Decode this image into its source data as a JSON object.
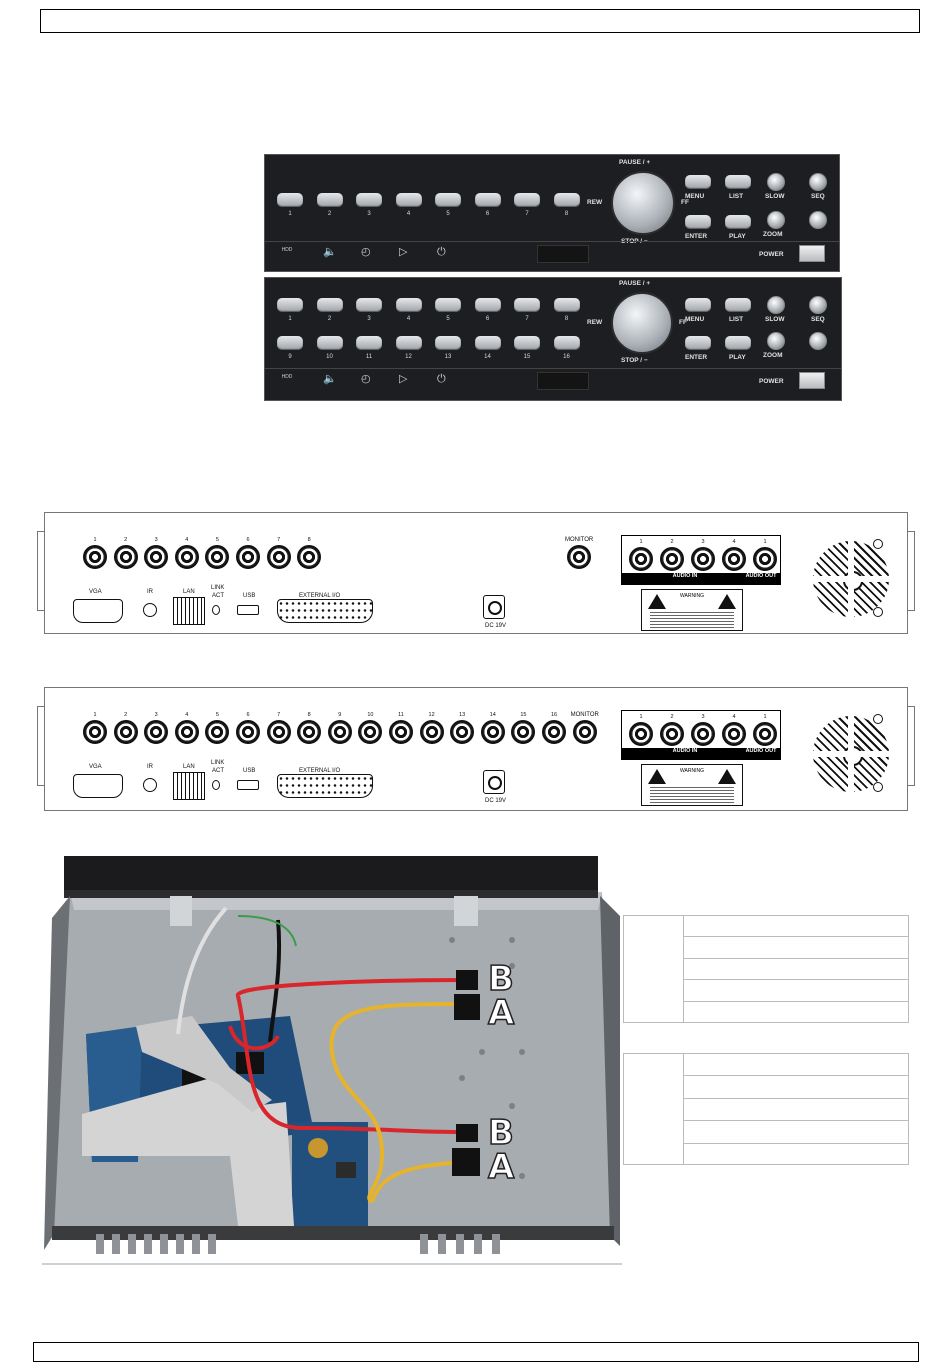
{
  "front_panel_8ch": {
    "channels": [
      "1",
      "2",
      "3",
      "4",
      "5",
      "6",
      "7",
      "8"
    ],
    "rew": "REW",
    "ff": "FF",
    "pause": "PAUSE / +",
    "stop": "STOP / −",
    "menu": "MENU",
    "list": "LIST",
    "enter": "ENTER",
    "play": "PLAY",
    "slow": "SLOW",
    "zoom": "ZOOM",
    "seq": "SEQ",
    "power": "POWER",
    "hdd": "HDD"
  },
  "front_panel_16ch": {
    "channels_row1": [
      "1",
      "2",
      "3",
      "4",
      "5",
      "6",
      "7",
      "8"
    ],
    "channels_row2": [
      "9",
      "10",
      "11",
      "12",
      "13",
      "14",
      "15",
      "16"
    ],
    "rew": "REW",
    "ff": "FF",
    "pause": "PAUSE / +",
    "stop": "STOP / −",
    "menu": "MENU",
    "list": "LIST",
    "enter": "ENTER",
    "play": "PLAY",
    "slow": "SLOW",
    "zoom": "ZOOM",
    "seq": "SEQ",
    "power": "POWER",
    "hdd": "HDD"
  },
  "rear_panel_8ch": {
    "video_inputs": [
      "1",
      "2",
      "3",
      "4",
      "5",
      "6",
      "7",
      "8"
    ],
    "monitor": "MONITOR",
    "audio_channels": [
      "1",
      "2",
      "3",
      "4",
      "1"
    ],
    "audio_in": "AUDIO IN",
    "audio_out": "AUDIO OUT",
    "vga": "VGA",
    "ir": "IR",
    "lan": "LAN",
    "link": "LINK",
    "act": "ACT",
    "usb": "USB",
    "external_io": "EXTERNAL I/O",
    "dc": "DC 19V",
    "warning": "WARNING"
  },
  "rear_panel_16ch": {
    "video_inputs": [
      "1",
      "2",
      "3",
      "4",
      "5",
      "6",
      "7",
      "8",
      "9",
      "10",
      "11",
      "12",
      "13",
      "14",
      "15",
      "16"
    ],
    "monitor": "MONITOR",
    "audio_channels": [
      "1",
      "2",
      "3",
      "4",
      "1"
    ],
    "audio_in": "AUDIO IN",
    "audio_out": "AUDIO OUT",
    "vga": "VGA",
    "ir": "IR",
    "lan": "LAN",
    "link": "LINK",
    "act": "ACT",
    "usb": "USB",
    "external_io": "EXTERNAL I/O",
    "dc": "DC 19V",
    "warning": "WARNING"
  },
  "internal_view": {
    "labels": [
      "B",
      "A",
      "B",
      "A"
    ]
  },
  "colors": {
    "panel": "#1d1e21",
    "sata_cable": "#d8262b",
    "pcb": "#1f4c7a",
    "chassis": "#9ea3a8"
  }
}
